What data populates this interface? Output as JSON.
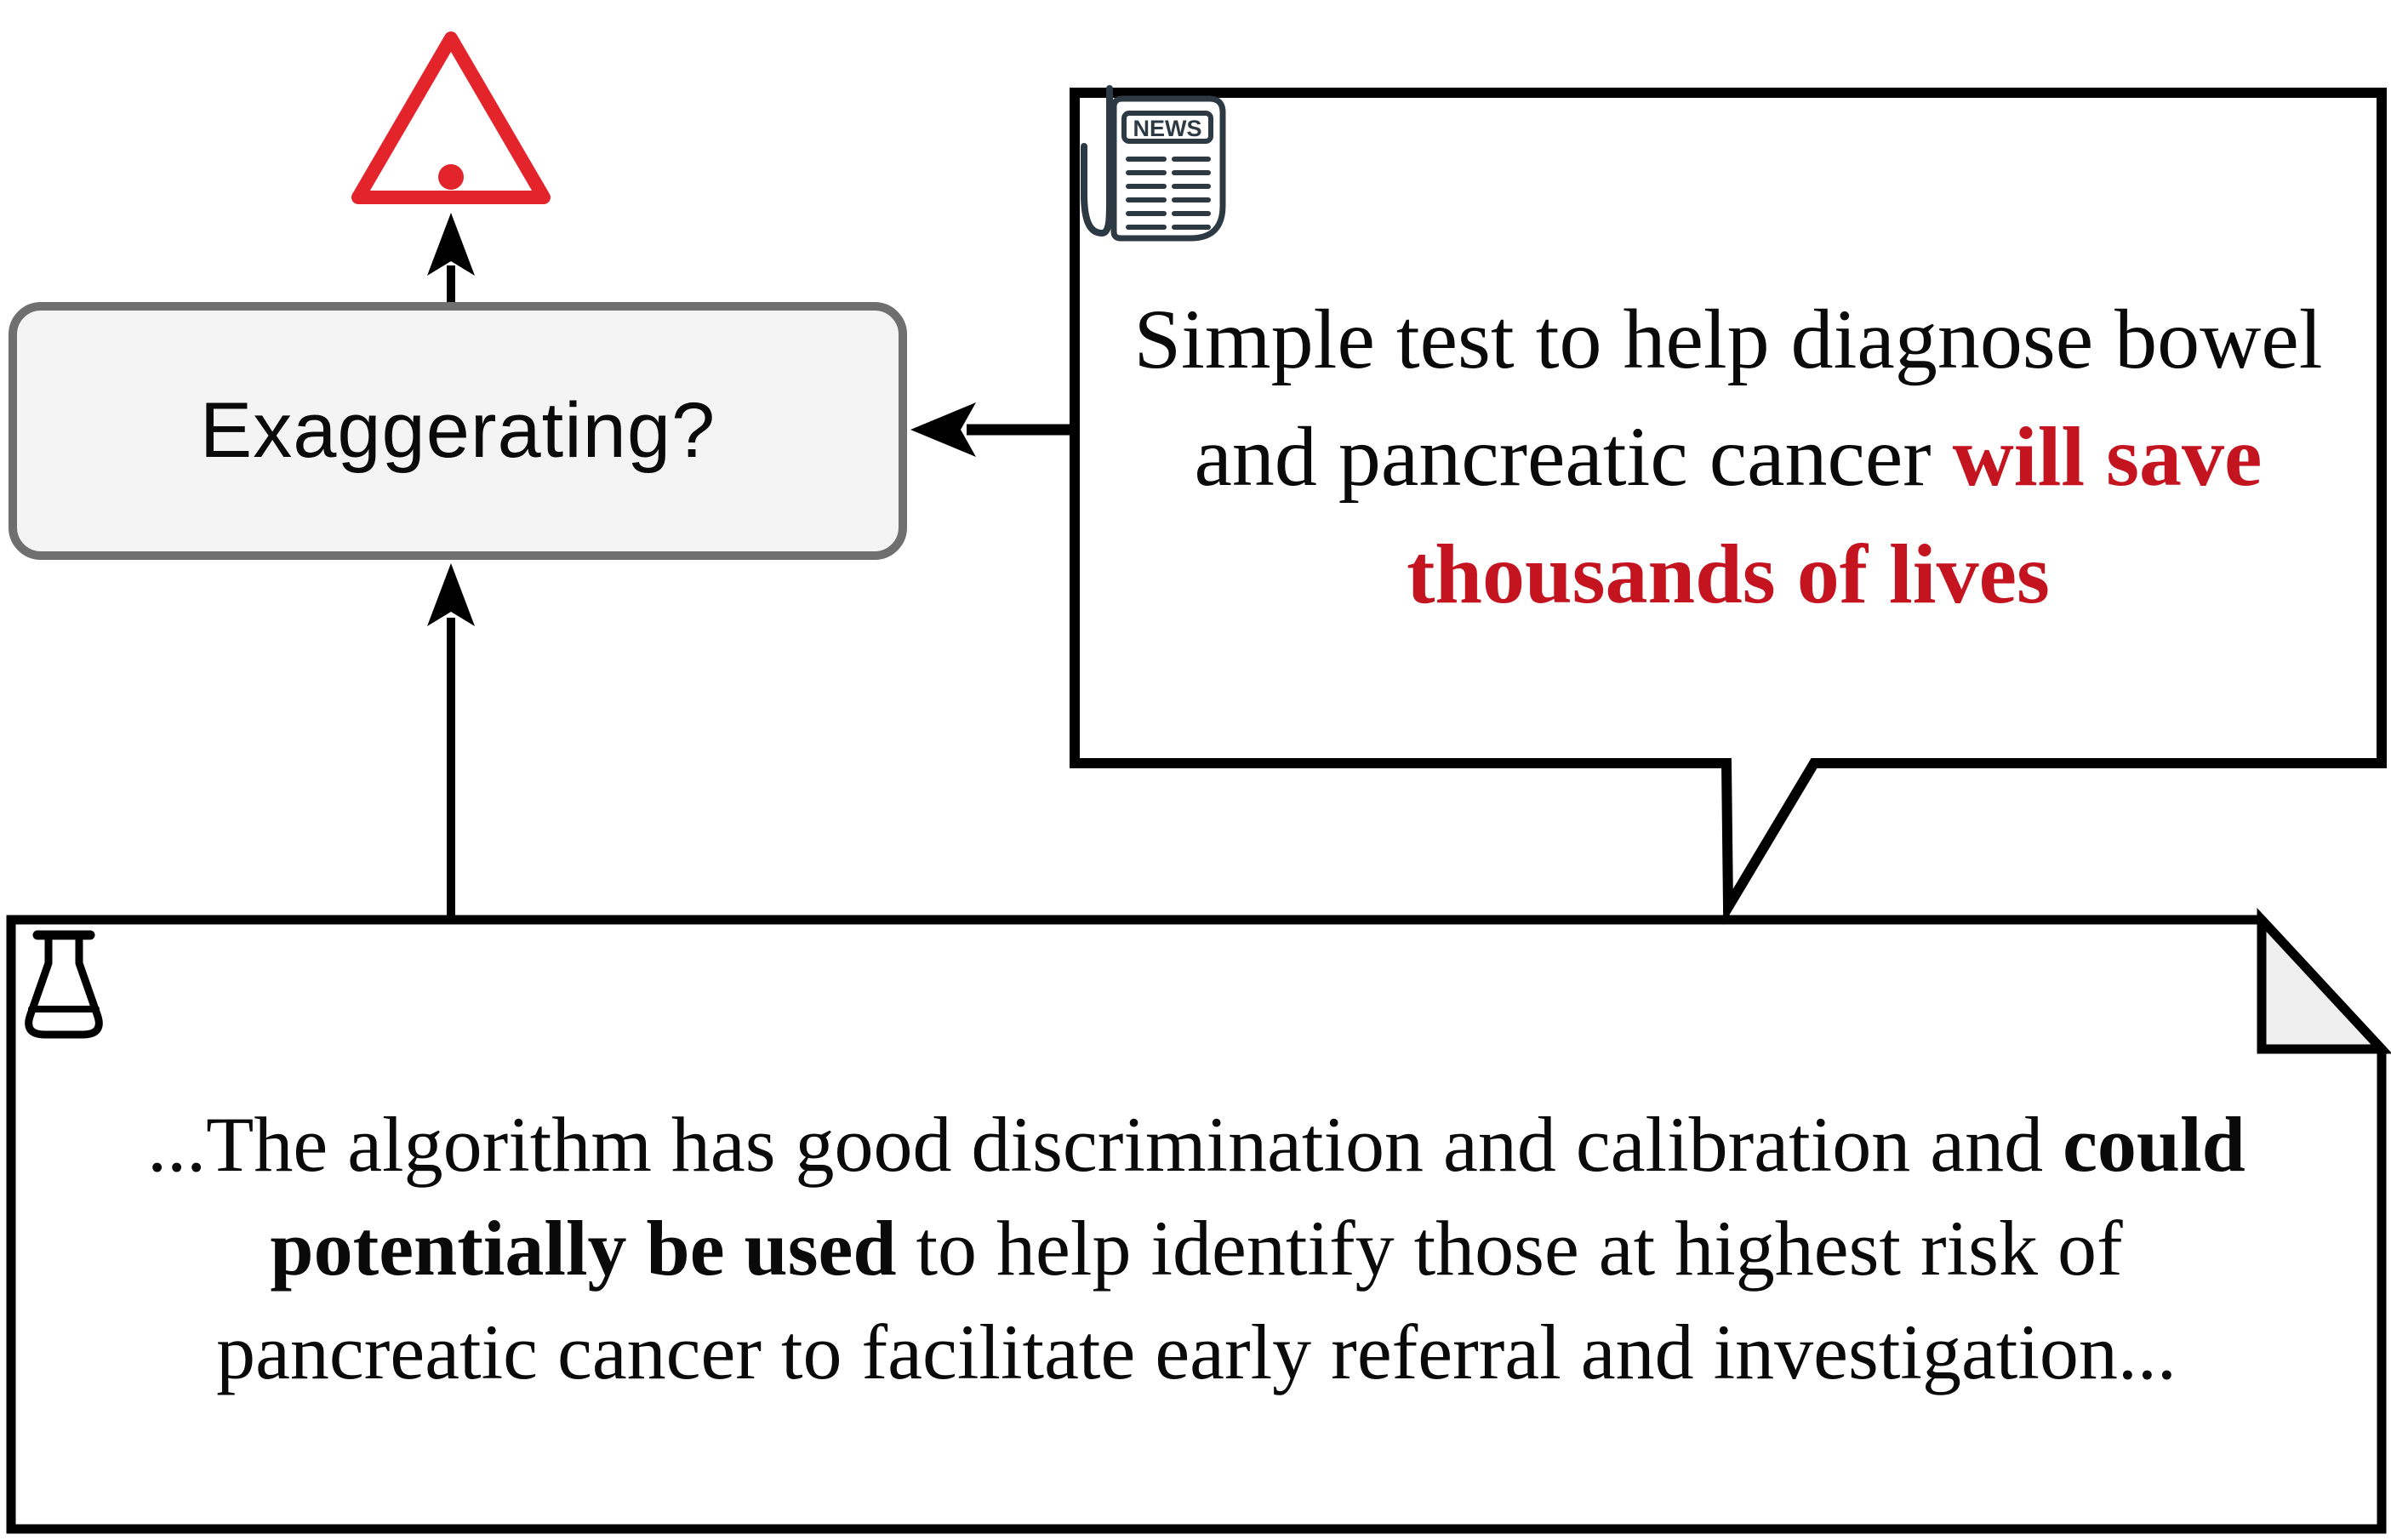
{
  "verdict": {
    "label": "Exaggerating?"
  },
  "news": {
    "icon_label": "NEWS",
    "headline": {
      "lines": [
        {
          "pre": "Simple test to help diagnose bowel"
        },
        {
          "pre": "and pancreatic cancer",
          "em": " will save"
        },
        {
          "em": "thousands of lives"
        }
      ],
      "emphasis_color": "#c41420"
    }
  },
  "science": {
    "quote": {
      "lines": [
        {
          "pre": "...The algorithm has good discrimination and calibration and",
          "em": " could"
        },
        {
          "em": "potentially be used",
          "post": " to help identify those at highest risk of"
        },
        {
          "pre": "pancreatic cancer to facilitate early referral and investigation..."
        }
      ]
    }
  },
  "colors": {
    "alert_red": "#e3242b",
    "headline_red": "#c41420",
    "icon_slate": "#2e3a43",
    "verdict_border_gray": "#6f6f6f",
    "verdict_fill_gray": "#f4f4f4",
    "fold_fill_gray": "#efefef",
    "line_black": "#000000"
  }
}
